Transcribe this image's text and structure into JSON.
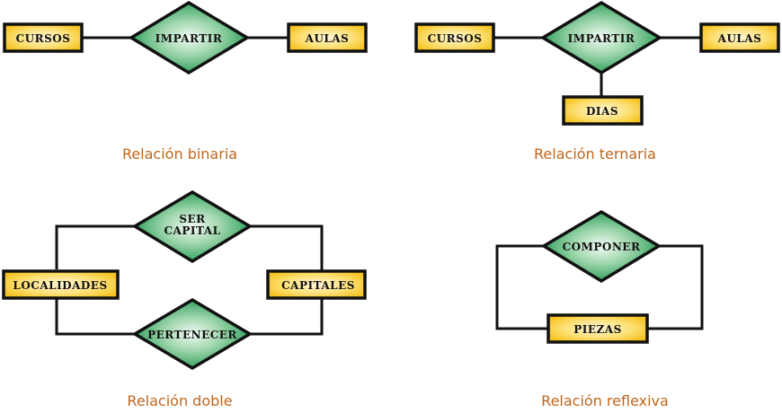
{
  "colors": {
    "entity_fill": "#f9c92a",
    "entity_highlight": "#fff6d8",
    "relation_fill": "#2ea05a",
    "relation_highlight": "#f2fbf4",
    "stroke": "#111111",
    "caption": "#c0661a"
  },
  "diagrams": {
    "binaria": {
      "caption": "Relación binaria",
      "entities": [
        "CURSOS",
        "AULAS"
      ],
      "relation": "IMPARTIR"
    },
    "ternaria": {
      "caption": "Relación ternaria",
      "entities": [
        "CURSOS",
        "AULAS",
        "DIAS"
      ],
      "relation": "IMPARTIR"
    },
    "doble": {
      "caption": "Relación doble",
      "entities": [
        "LOCALIDADES",
        "CAPITALES"
      ],
      "relations": [
        {
          "line1": "SER",
          "line2": "CAPITAL"
        },
        {
          "line1": "PERTENECER"
        }
      ]
    },
    "reflexiva": {
      "caption": "Relación reflexiva",
      "entities": [
        "PIEZAS"
      ],
      "relation": "COMPONER"
    }
  }
}
